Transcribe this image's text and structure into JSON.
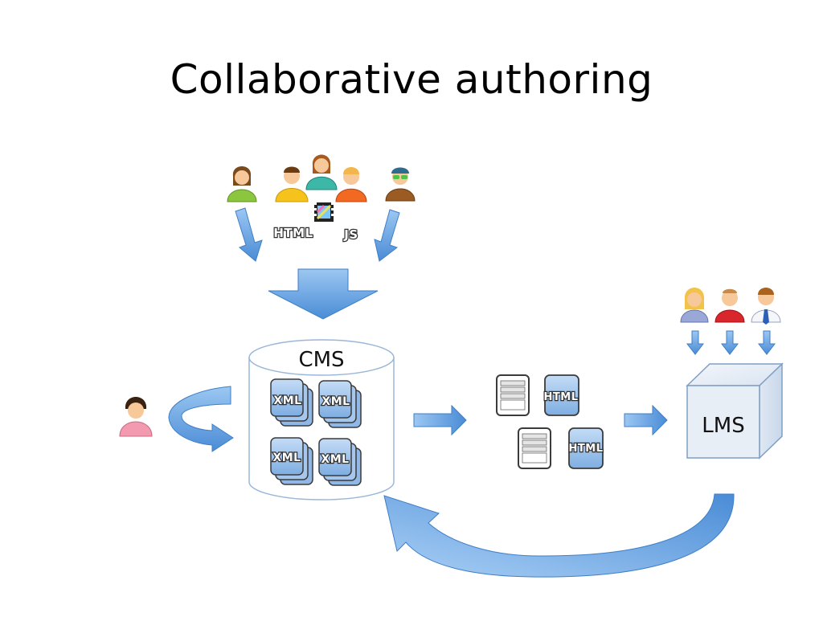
{
  "title": "Collaborative authoring",
  "cms_label": "CMS",
  "lms_label": "LMS",
  "author_tags": {
    "html": "HTML",
    "js": "JS"
  },
  "xml_docs": [
    "XML",
    "XML",
    "XML",
    "XML"
  ],
  "html_outputs": [
    "HTML",
    "HTML"
  ],
  "colors": {
    "arrow": "#5b9de0",
    "cylinder_stroke": "#9ab7d8",
    "cube_front": "#e8eef6",
    "cube_stroke": "#7f9fc4",
    "doc_tile": "#8fb8e6"
  },
  "icons": {
    "authors": [
      "person-green-icon",
      "person-yellow-icon",
      "person-teal-icon",
      "person-orange-icon",
      "person-brown-glasses-icon"
    ],
    "media": "film-icon",
    "editor": "person-pink-icon",
    "learners": [
      "person-blonde-icon",
      "person-red-icon",
      "person-suit-icon"
    ]
  }
}
